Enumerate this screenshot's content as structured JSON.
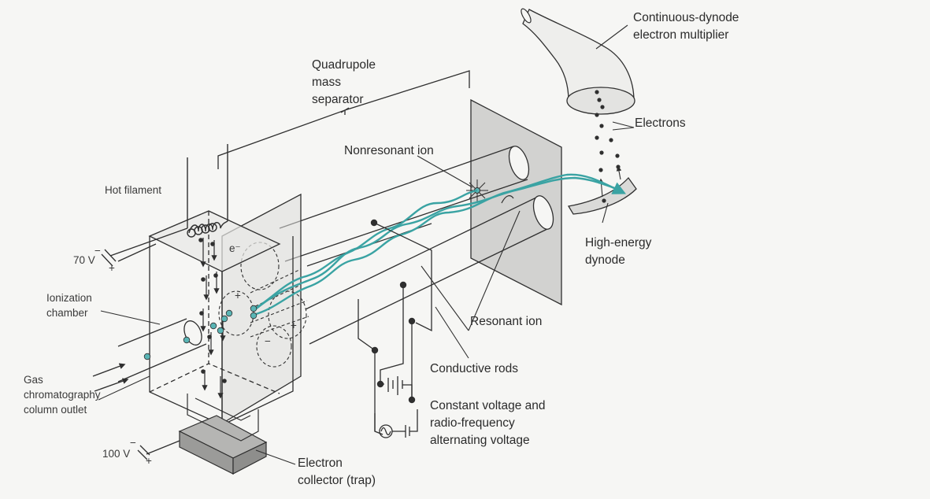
{
  "labels": {
    "continuous_dynode": "Continuous-dynode\nelectron multiplier",
    "quadrupole": "Quadrupole\nmass\nseparator",
    "electrons": "Electrons",
    "nonresonant_ion": "Nonresonant ion",
    "hot_filament": "Hot filament",
    "v70": "70 V",
    "ionization_chamber": "Ionization\nchamber",
    "high_energy_dynode": "High-energy\ndynode",
    "resonant_ion": "Resonant ion",
    "gas_inlet": "Gas\nchromatography\ncolumn outlet",
    "conductive_rods": "Conductive rods",
    "voltage": "Constant voltage and\nradio-frequency\nalternating voltage",
    "v100": "100 V",
    "collector": "Electron\ncollector (trap)",
    "electron_symbol": "e⁻",
    "plus": "+",
    "minus": "−"
  },
  "colors": {
    "ion_path": "#3aa3a3",
    "ion_dot": "#5ab5b5",
    "line": "#2f2f2f",
    "panel": "#d2d2d0",
    "collector": "#a9a9a7",
    "background": "#f6f6f4"
  }
}
